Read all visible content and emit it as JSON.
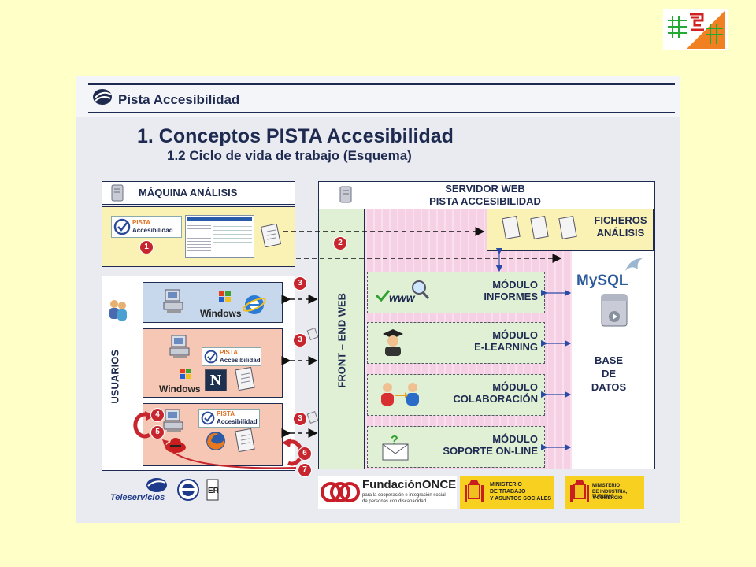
{
  "header": {
    "brand": "Pista Accesibilidad",
    "title": "1. Conceptos PISTA Accesibilidad",
    "subtitle": "1.2 Ciclo de vida de trabajo (Esquema)"
  },
  "analysis_machine": {
    "label": "MÁQUINA ANÁLISIS",
    "logo_word1": "PISTA",
    "logo_word2": "Accesibilidad"
  },
  "server": {
    "label_line1": "SERVIDOR WEB",
    "label_line2": "PISTA ACCESIBILIDAD",
    "files_line1": "FICHEROS",
    "files_line2": "ANÁLISIS",
    "frontend": "FRONT – END WEB"
  },
  "modules": [
    {
      "line1": "MÓDULO",
      "line2": "INFORMES",
      "icon": "www-magnifier-icon"
    },
    {
      "line1": "MÓDULO",
      "line2": "E-LEARNING",
      "icon": "graduate-icon"
    },
    {
      "line1": "MÓDULO",
      "line2": "COLABORACIÓN",
      "icon": "two-people-icon"
    },
    {
      "line1": "MÓDULO",
      "line2": "SOPORTE ON-LINE",
      "icon": "envelope-question-icon"
    }
  ],
  "database": {
    "brand": "MySQL",
    "line1": "BASE",
    "line2": "DE",
    "line3": "DATOS"
  },
  "users": {
    "label": "USUARIOS",
    "windows": "Windows",
    "pista1": "PISTA",
    "pista2": "Accesibilidad",
    "netscape": "N"
  },
  "steps": [
    "1",
    "2",
    "3",
    "3",
    "3",
    "4",
    "5",
    "6",
    "7"
  ],
  "footer": {
    "teleservicios": "Teleservicios",
    "fundacion": "FundaciónONCE",
    "fundacion_sub1": "para la cooperación e integración social",
    "fundacion_sub2": "de personas con discapacidad",
    "ministry1_l1": "MINISTERIO",
    "ministry1_l2": "DE TRABAJO",
    "ministry1_l3": "Y ASUNTOS SOCIALES",
    "ministry2_l1": "MINISTERIO",
    "ministry2_l2": "DE INDUSTRIA, TURISMO",
    "ministry2_l3": "Y COMERCIO"
  },
  "colors": {
    "slide_bg": "#e9ebf0",
    "page_bg": "#ffffc8",
    "navy": "#1e2a50",
    "pink": "#f6d0e4",
    "yellow_box": "#faf1b4",
    "module_green": "#dff0d4",
    "user_blue": "#c8d8ec",
    "user_salmon": "#f5c7b4",
    "badge_red": "#c8262e"
  }
}
